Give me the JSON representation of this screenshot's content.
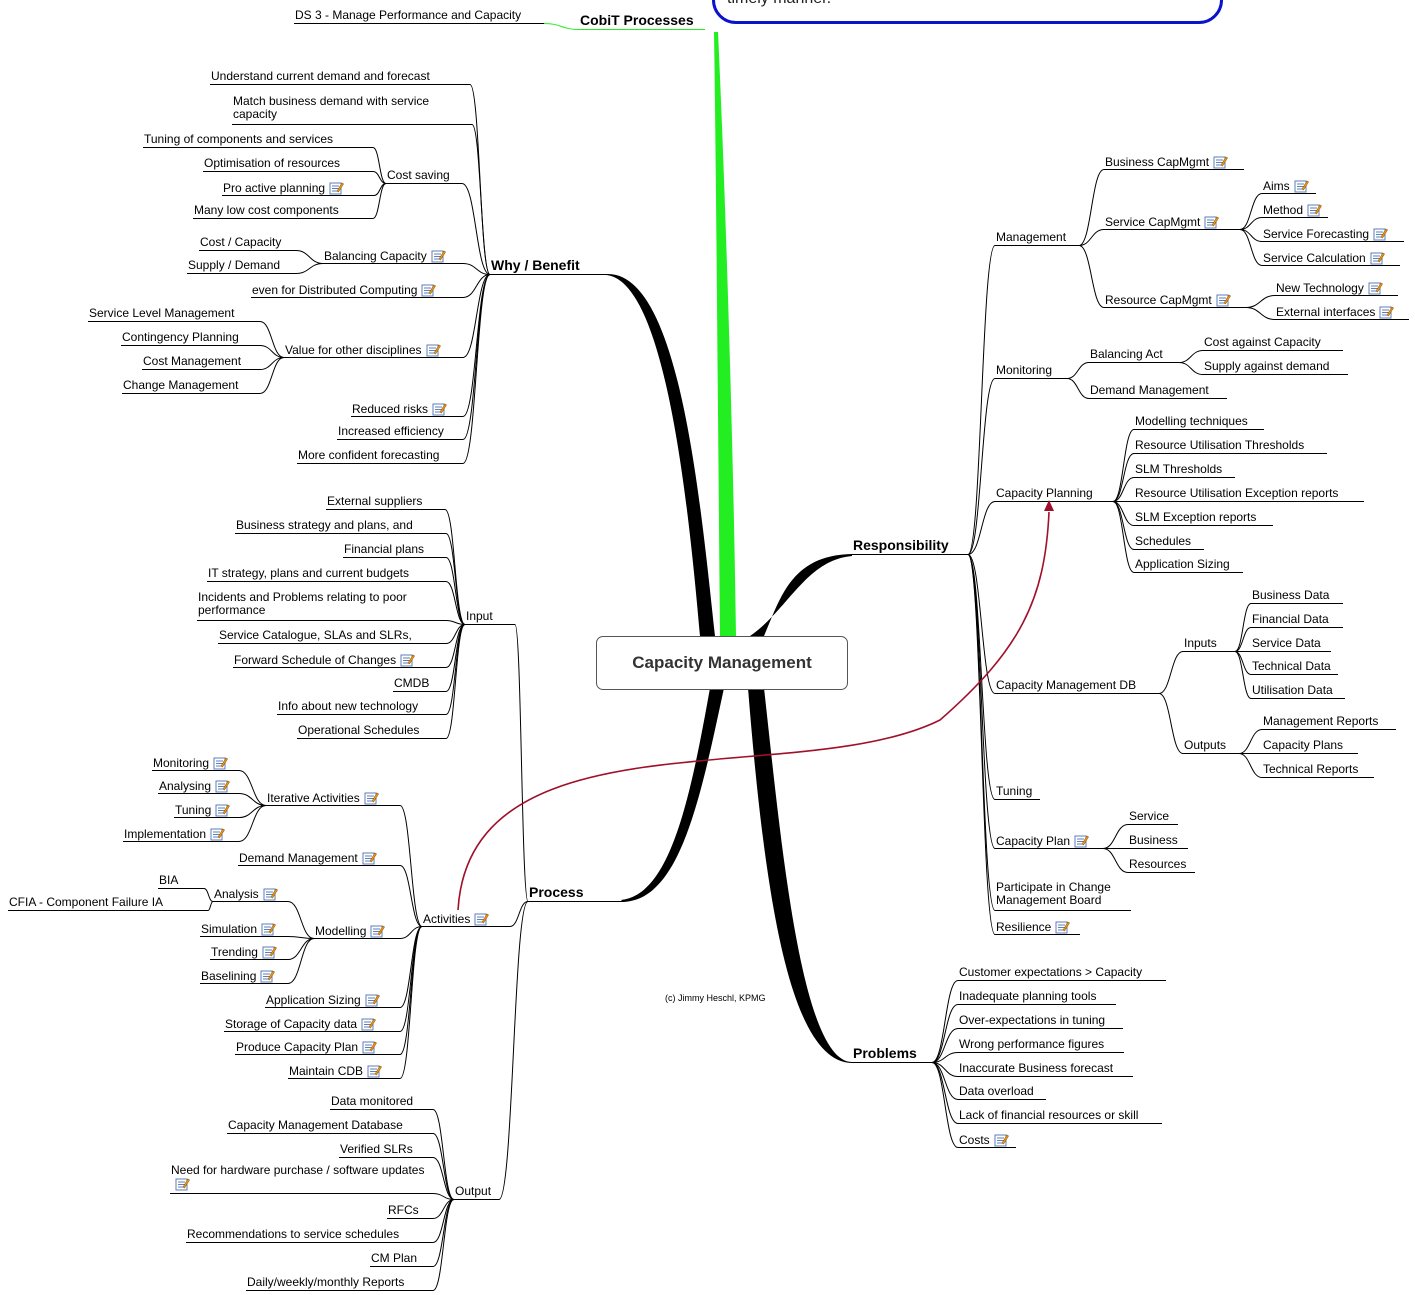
{
  "callout": {
    "text": "timely manner."
  },
  "center": {
    "title": "Capacity Management"
  },
  "footer": {
    "copyright": "(c) Jimmy Heschl, KPMG"
  },
  "branches": [
    {
      "name": "CobiT Processes",
      "side": "top",
      "children": [
        {
          "label": "DS 3 - Manage Performance and Capacity"
        }
      ]
    },
    {
      "name": "Why / Benefit",
      "side": "left",
      "children": [
        {
          "label": "Understand current demand and forecast"
        },
        {
          "label": "Match business demand with service capacity"
        },
        {
          "label": "Cost saving",
          "children": [
            {
              "label": "Tuning of components and services"
            },
            {
              "label": "Optimisation of resources"
            },
            {
              "label": "Pro active planning",
              "note": true
            },
            {
              "label": "Many low cost components"
            }
          ]
        },
        {
          "label": "Balancing Capacity",
          "note": true,
          "children": [
            {
              "label": "Cost / Capacity"
            },
            {
              "label": "Supply / Demand"
            }
          ]
        },
        {
          "label": "even for Distributed Computing",
          "note": true
        },
        {
          "label": "Value for other disciplines",
          "note": true,
          "children": [
            {
              "label": "Service Level Management"
            },
            {
              "label": "Contingency Planning"
            },
            {
              "label": "Cost Management"
            },
            {
              "label": "Change Management"
            }
          ]
        },
        {
          "label": "Reduced risks",
          "note": true
        },
        {
          "label": "Increased efficiency"
        },
        {
          "label": "More confident forecasting"
        }
      ]
    },
    {
      "name": "Process",
      "side": "left",
      "children": [
        {
          "label": "Input",
          "children": [
            {
              "label": "External suppliers"
            },
            {
              "label": "Business strategy and plans, and"
            },
            {
              "label": "Financial plans"
            },
            {
              "label": "IT strategy, plans and current budgets"
            },
            {
              "label": "Incidents and Problems relating to poor performance"
            },
            {
              "label": "Service Catalogue, SLAs and SLRs,"
            },
            {
              "label": "Forward Schedule of Changes",
              "note": true
            },
            {
              "label": "CMDB"
            },
            {
              "label": "Info about new technology"
            },
            {
              "label": "Operational Schedules"
            }
          ]
        },
        {
          "label": "Activities",
          "note": true,
          "children": [
            {
              "label": "Iterative Activities",
              "note": true,
              "children": [
                {
                  "label": "Monitoring",
                  "note": true
                },
                {
                  "label": "Analysing",
                  "note": true
                },
                {
                  "label": "Tuning",
                  "note": true
                },
                {
                  "label": "Implementation",
                  "note": true
                }
              ]
            },
            {
              "label": "Demand Management",
              "note": true
            },
            {
              "label": "Modelling",
              "note": true,
              "children": [
                {
                  "label": "Analysis",
                  "note": true,
                  "children": [
                    {
                      "label": "BIA"
                    },
                    {
                      "label": "CFIA - Component Failure IA"
                    }
                  ]
                },
                {
                  "label": "Simulation",
                  "note": true
                },
                {
                  "label": "Trending",
                  "note": true
                },
                {
                  "label": "Baselining",
                  "note": true
                }
              ]
            },
            {
              "label": "Application Sizing",
              "note": true
            },
            {
              "label": "Storage of Capacity data",
              "note": true
            },
            {
              "label": "Produce Capacity Plan",
              "note": true
            },
            {
              "label": "Maintain CDB",
              "note": true
            }
          ]
        },
        {
          "label": "Output",
          "children": [
            {
              "label": "Data monitored"
            },
            {
              "label": "Capacity Management Database"
            },
            {
              "label": "Verified SLRs"
            },
            {
              "label": "Need for hardware purchase / software updates",
              "note": true
            },
            {
              "label": "RFCs"
            },
            {
              "label": "Recommendations to service schedules"
            },
            {
              "label": "CM Plan"
            },
            {
              "label": "Daily/weekly/monthly Reports"
            }
          ]
        }
      ]
    },
    {
      "name": "Responsibility",
      "side": "right",
      "children": [
        {
          "label": "Management",
          "children": [
            {
              "label": "Business CapMgmt",
              "note": true
            },
            {
              "label": "Service CapMgmt",
              "note": true,
              "children": [
                {
                  "label": "Aims",
                  "note": true
                },
                {
                  "label": "Method",
                  "note": true
                },
                {
                  "label": "Service Forecasting",
                  "note": true
                },
                {
                  "label": "Service Calculation",
                  "note": true
                }
              ]
            },
            {
              "label": "Resource CapMgmt",
              "note": true,
              "children": [
                {
                  "label": "New Technology",
                  "note": true
                },
                {
                  "label": "External interfaces",
                  "note": true
                }
              ]
            }
          ]
        },
        {
          "label": "Monitoring",
          "children": [
            {
              "label": "Balancing Act",
              "children": [
                {
                  "label": "Cost against Capacity"
                },
                {
                  "label": "Supply against demand"
                }
              ]
            },
            {
              "label": "Demand Management"
            }
          ]
        },
        {
          "label": "Capacity Planning",
          "children": [
            {
              "label": "Modelling techniques"
            },
            {
              "label": "Resource Utilisation Thresholds"
            },
            {
              "label": "SLM Thresholds"
            },
            {
              "label": "Resource Utilisation Exception reports"
            },
            {
              "label": "SLM Exception reports"
            },
            {
              "label": "Schedules"
            },
            {
              "label": "Application Sizing"
            }
          ]
        },
        {
          "label": "Capacity Management DB",
          "children": [
            {
              "label": "Inputs",
              "children": [
                {
                  "label": "Business Data"
                },
                {
                  "label": "Financial Data"
                },
                {
                  "label": "Service Data"
                },
                {
                  "label": "Technical Data"
                },
                {
                  "label": "Utilisation Data"
                }
              ]
            },
            {
              "label": "Outputs",
              "children": [
                {
                  "label": "Management Reports"
                },
                {
                  "label": "Capacity Plans"
                },
                {
                  "label": "Technical Reports"
                }
              ]
            }
          ]
        },
        {
          "label": "Tuning"
        },
        {
          "label": "Capacity Plan",
          "note": true,
          "children": [
            {
              "label": "Service"
            },
            {
              "label": "Business"
            },
            {
              "label": "Resources"
            }
          ]
        },
        {
          "label": "Participate in Change Management Board"
        },
        {
          "label": "Resilience",
          "note": true
        }
      ]
    },
    {
      "name": "Problems",
      "side": "right",
      "children": [
        {
          "label": "Customer expectations > Capacity"
        },
        {
          "label": "Inadequate planning tools"
        },
        {
          "label": "Over-expectations in tuning"
        },
        {
          "label": "Wrong performance figures"
        },
        {
          "label": "Inaccurate Business forecast"
        },
        {
          "label": "Data overload"
        },
        {
          "label": "Lack of financial resources or skill"
        },
        {
          "label": "Costs",
          "note": true
        }
      ]
    }
  ],
  "colors": {
    "cobit_branch": "#22ee22",
    "main_branch": "#000000",
    "relationship": "#a0102a",
    "callout_border": "#0a14c8"
  }
}
